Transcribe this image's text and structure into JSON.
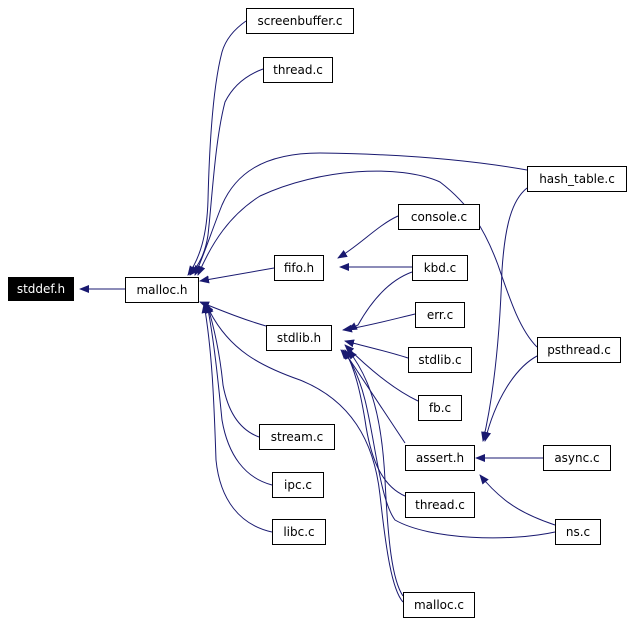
{
  "colors": {
    "edge": "#191970",
    "node_border": "#000000",
    "root_fill": "#000000",
    "root_text": "#ffffff"
  },
  "nodes": {
    "stddef_h": "stddef.h",
    "malloc_h": "malloc.h",
    "screenbuffer_c": "screenbuffer.c",
    "thread_c_top": "thread.c",
    "hash_table_c": "hash_table.c",
    "fifo_h": "fifo.h",
    "console_c": "console.c",
    "kbd_c": "kbd.c",
    "err_c": "err.c",
    "stdlib_h": "stdlib.h",
    "stdlib_c": "stdlib.c",
    "fb_c": "fb.c",
    "psthread_c": "psthread.c",
    "assert_h": "assert.h",
    "async_c": "async.c",
    "stream_c": "stream.c",
    "ipc_c": "ipc.c",
    "libc_c": "libc.c",
    "thread_c_bottom": "thread.c",
    "ns_c": "ns.c",
    "malloc_c": "malloc.c"
  }
}
